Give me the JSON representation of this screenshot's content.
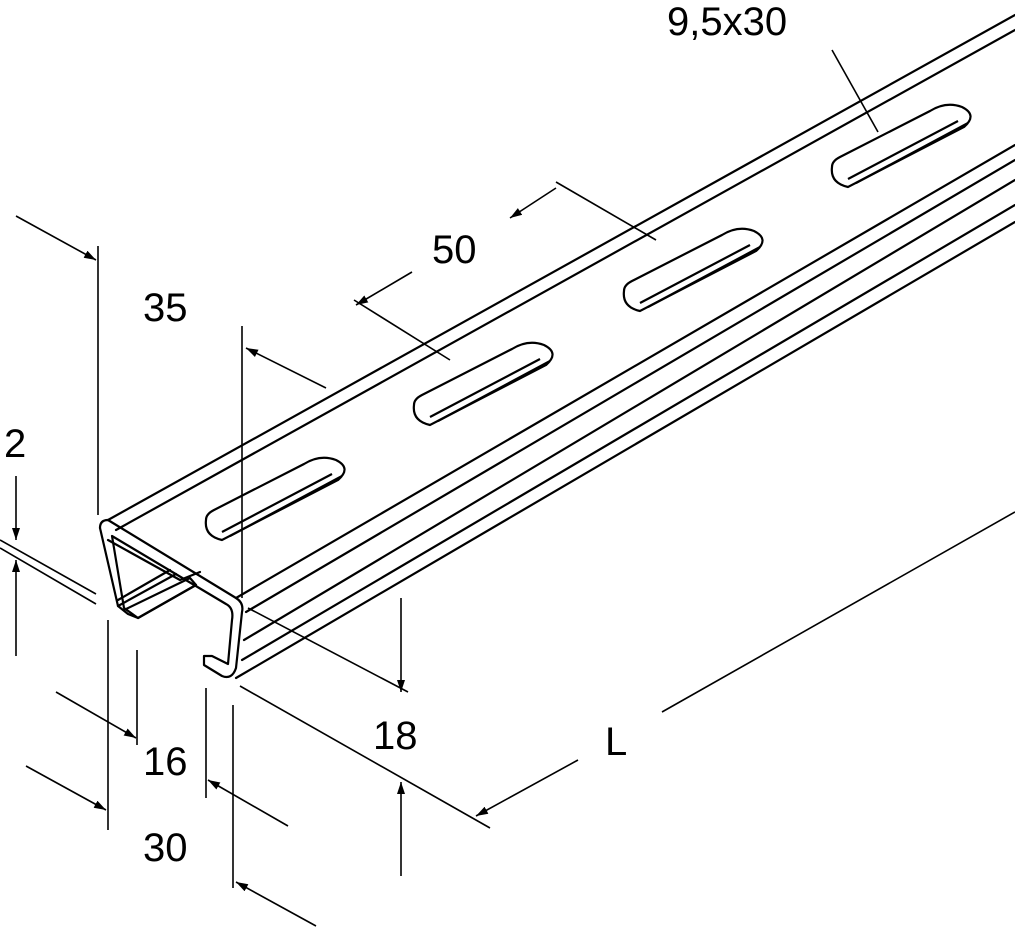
{
  "drawing": {
    "title": "",
    "stroke_color": "#000000",
    "background_color": "#ffffff",
    "dimensions": {
      "slot_size": "9,5x30",
      "slot_pitch": "50",
      "profile_height": "35",
      "wall_thickness": "2",
      "lip_gap": "16",
      "profile_width": "30",
      "lip_depth": "18",
      "length": "L"
    }
  }
}
